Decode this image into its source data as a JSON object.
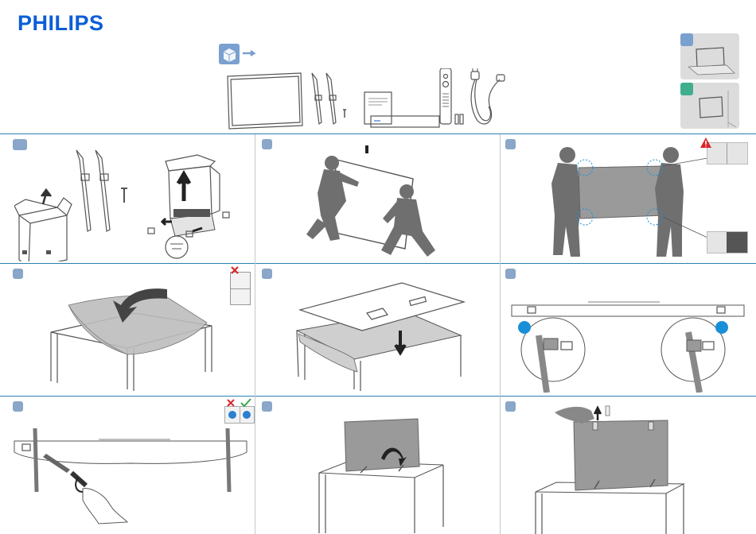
{
  "brand": {
    "name": "PHILIPS",
    "color": "#0b5ed7"
  },
  "colors": {
    "accent_line": "#2a7fb0",
    "step_badge": "#8aa6c8",
    "option_a": "#7aa0cf",
    "option_b": "#3fae8c",
    "warning": "#d9262c",
    "ok": "#3aa84b",
    "dot": "#1890d8",
    "person": "#6f6f6f",
    "tv_panel": "#9a9a9a"
  },
  "icons": {
    "box_contents": "box-contents-icon",
    "warning": "warning-icon",
    "forbidden": "cross-icon",
    "allowed": "check-icon"
  },
  "steps": [
    {
      "id": 1,
      "scene": "unpack-box-remove-stand-and-screw"
    },
    {
      "id": 2,
      "scene": "two-people-lift-tv"
    },
    {
      "id": 3,
      "scene": "carry-tv-by-frame"
    },
    {
      "id": 4,
      "scene": "cover-table-with-soft-cloth"
    },
    {
      "id": 5,
      "scene": "place-tv-face-down"
    },
    {
      "id": 6,
      "scene": "align-feet-with-slots"
    },
    {
      "id": 7,
      "scene": "fasten-feet-with-screws"
    },
    {
      "id": 8,
      "scene": "stand-tv-upright"
    },
    {
      "id": 9,
      "scene": "remove-protective-strip"
    }
  ],
  "option_badges": [
    "option-a",
    "option-b"
  ]
}
